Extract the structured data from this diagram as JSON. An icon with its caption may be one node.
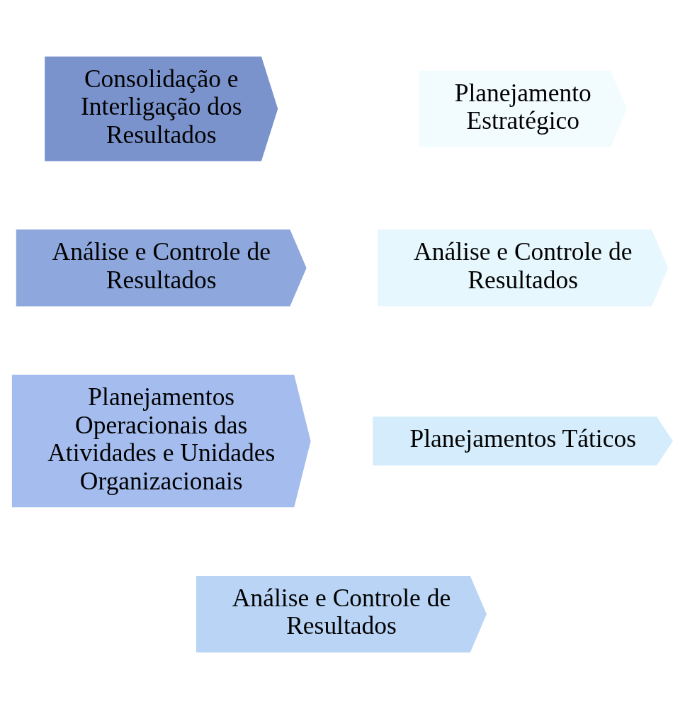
{
  "diagram": {
    "nodes": [
      {
        "text": [
          "Consolidação e Interligação dos Resultados"
        ]
      },
      {
        "text": [
          "Planejamento Estratégico"
        ]
      },
      {
        "text": [
          "Análise e Controle de Resultados"
        ]
      },
      {
        "text": [
          "Análise e Controle de Resultados"
        ]
      },
      {
        "text": [
          "Planejamentos Operacionais das Atividades e Unidades Organizacionais"
        ]
      },
      {
        "text": [
          "Planejamentos Táticos"
        ]
      },
      {
        "text": [
          "Análise e Controle de Resultados"
        ]
      }
    ]
  }
}
